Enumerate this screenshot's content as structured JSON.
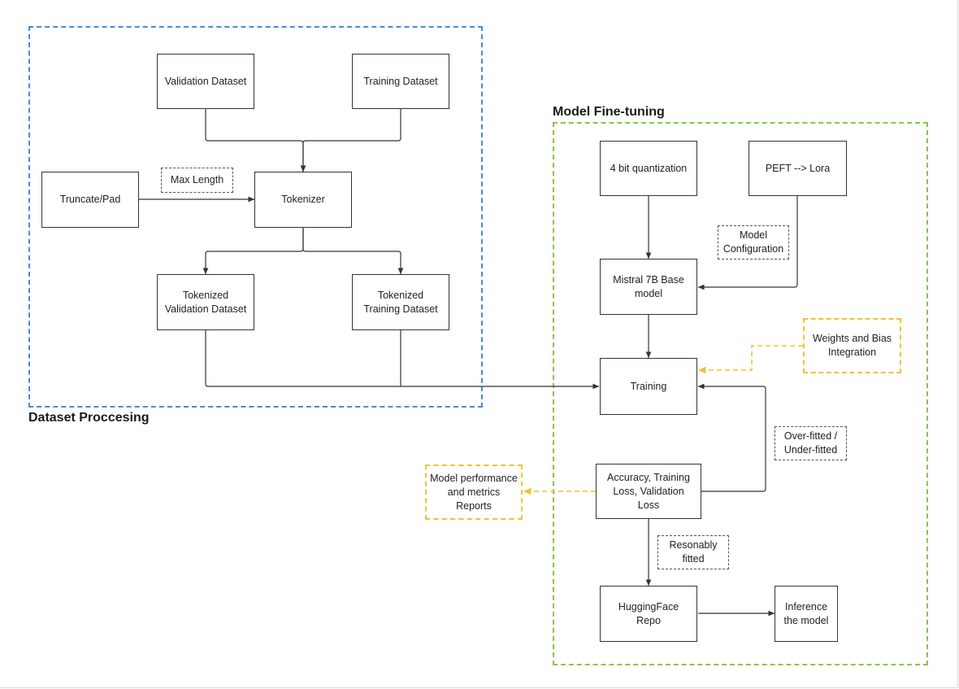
{
  "groups": {
    "dataset": {
      "title": "Dataset Proccesing",
      "color": "#4a86e8"
    },
    "finetune": {
      "title": "Model Fine-tuning",
      "color": "#8bc34a"
    }
  },
  "nodes": {
    "validation_dataset": "Validation Dataset",
    "training_dataset": "Training Dataset",
    "truncate_pad": "Truncate/Pad",
    "max_length": "Max Length",
    "tokenizer": "Tokenizer",
    "tokenized_validation": [
      "Tokenized",
      "Validation Dataset"
    ],
    "tokenized_training": [
      "Tokenized",
      "Training Dataset"
    ],
    "quantization": "4 bit quantization",
    "peft_lora": "PEFT --> Lora",
    "model_configuration": [
      "Model",
      "Configuration"
    ],
    "mistral_base": [
      "Mistral 7B Base",
      "model"
    ],
    "weights_bias": [
      "Weights and Bias",
      "Integration"
    ],
    "training": "Training",
    "overfitted": [
      "Over-fitted /",
      "Under-fitted"
    ],
    "metrics": [
      "Accuracy, Training",
      "Loss, Validation Loss"
    ],
    "reports": [
      "Model performance",
      "and metrics Reports"
    ],
    "reasonably_fitted": [
      "Resonably",
      "fitted"
    ],
    "huggingface_repo": "HuggingFace Repo",
    "inference": [
      "Inference",
      "the model"
    ]
  },
  "colors": {
    "edge": "#333333",
    "accent_yellow": "#f2c12e"
  }
}
